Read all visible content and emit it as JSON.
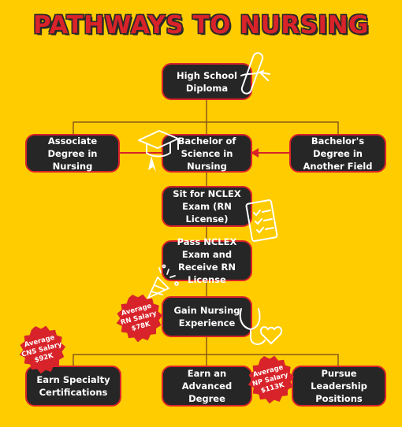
{
  "title": "PATHWAYS TO NURSING",
  "colors": {
    "background": "#FFCC00",
    "box": "#262626",
    "border": "#D8232A",
    "badge": "#D8232A",
    "title": "#D8232A"
  },
  "nodes": {
    "diploma": "High School Diploma",
    "associate": "Associate Degree in Nursing",
    "bsn": "Bachelor of Science in Nursing",
    "bachelor_other": "Bachelor's Degree in Another Field",
    "nclex": "Sit for NCLEX Exam (RN License)",
    "pass": "Pass NCLEX Exam and Receive RN License",
    "experience": "Gain Nursing Experience",
    "specialty": "Earn Specialty Certifications",
    "advanced": "Earn an Advanced Degree",
    "leadership": "Pursue Leadership Positions"
  },
  "badges": {
    "rn": {
      "line1": "Average",
      "line2": "RN Salary",
      "line3": "$78K"
    },
    "cns": {
      "line1": "Average",
      "line2": "CNS Salary",
      "line3": "$92K"
    },
    "np": {
      "line1": "Average",
      "line2": "NP Salary",
      "line3": "$113K"
    }
  },
  "icons": [
    "diploma-scroll-icon",
    "graduation-cap-icon",
    "checklist-clipboard-icon",
    "party-popper-icon",
    "stethoscope-heart-icon"
  ]
}
